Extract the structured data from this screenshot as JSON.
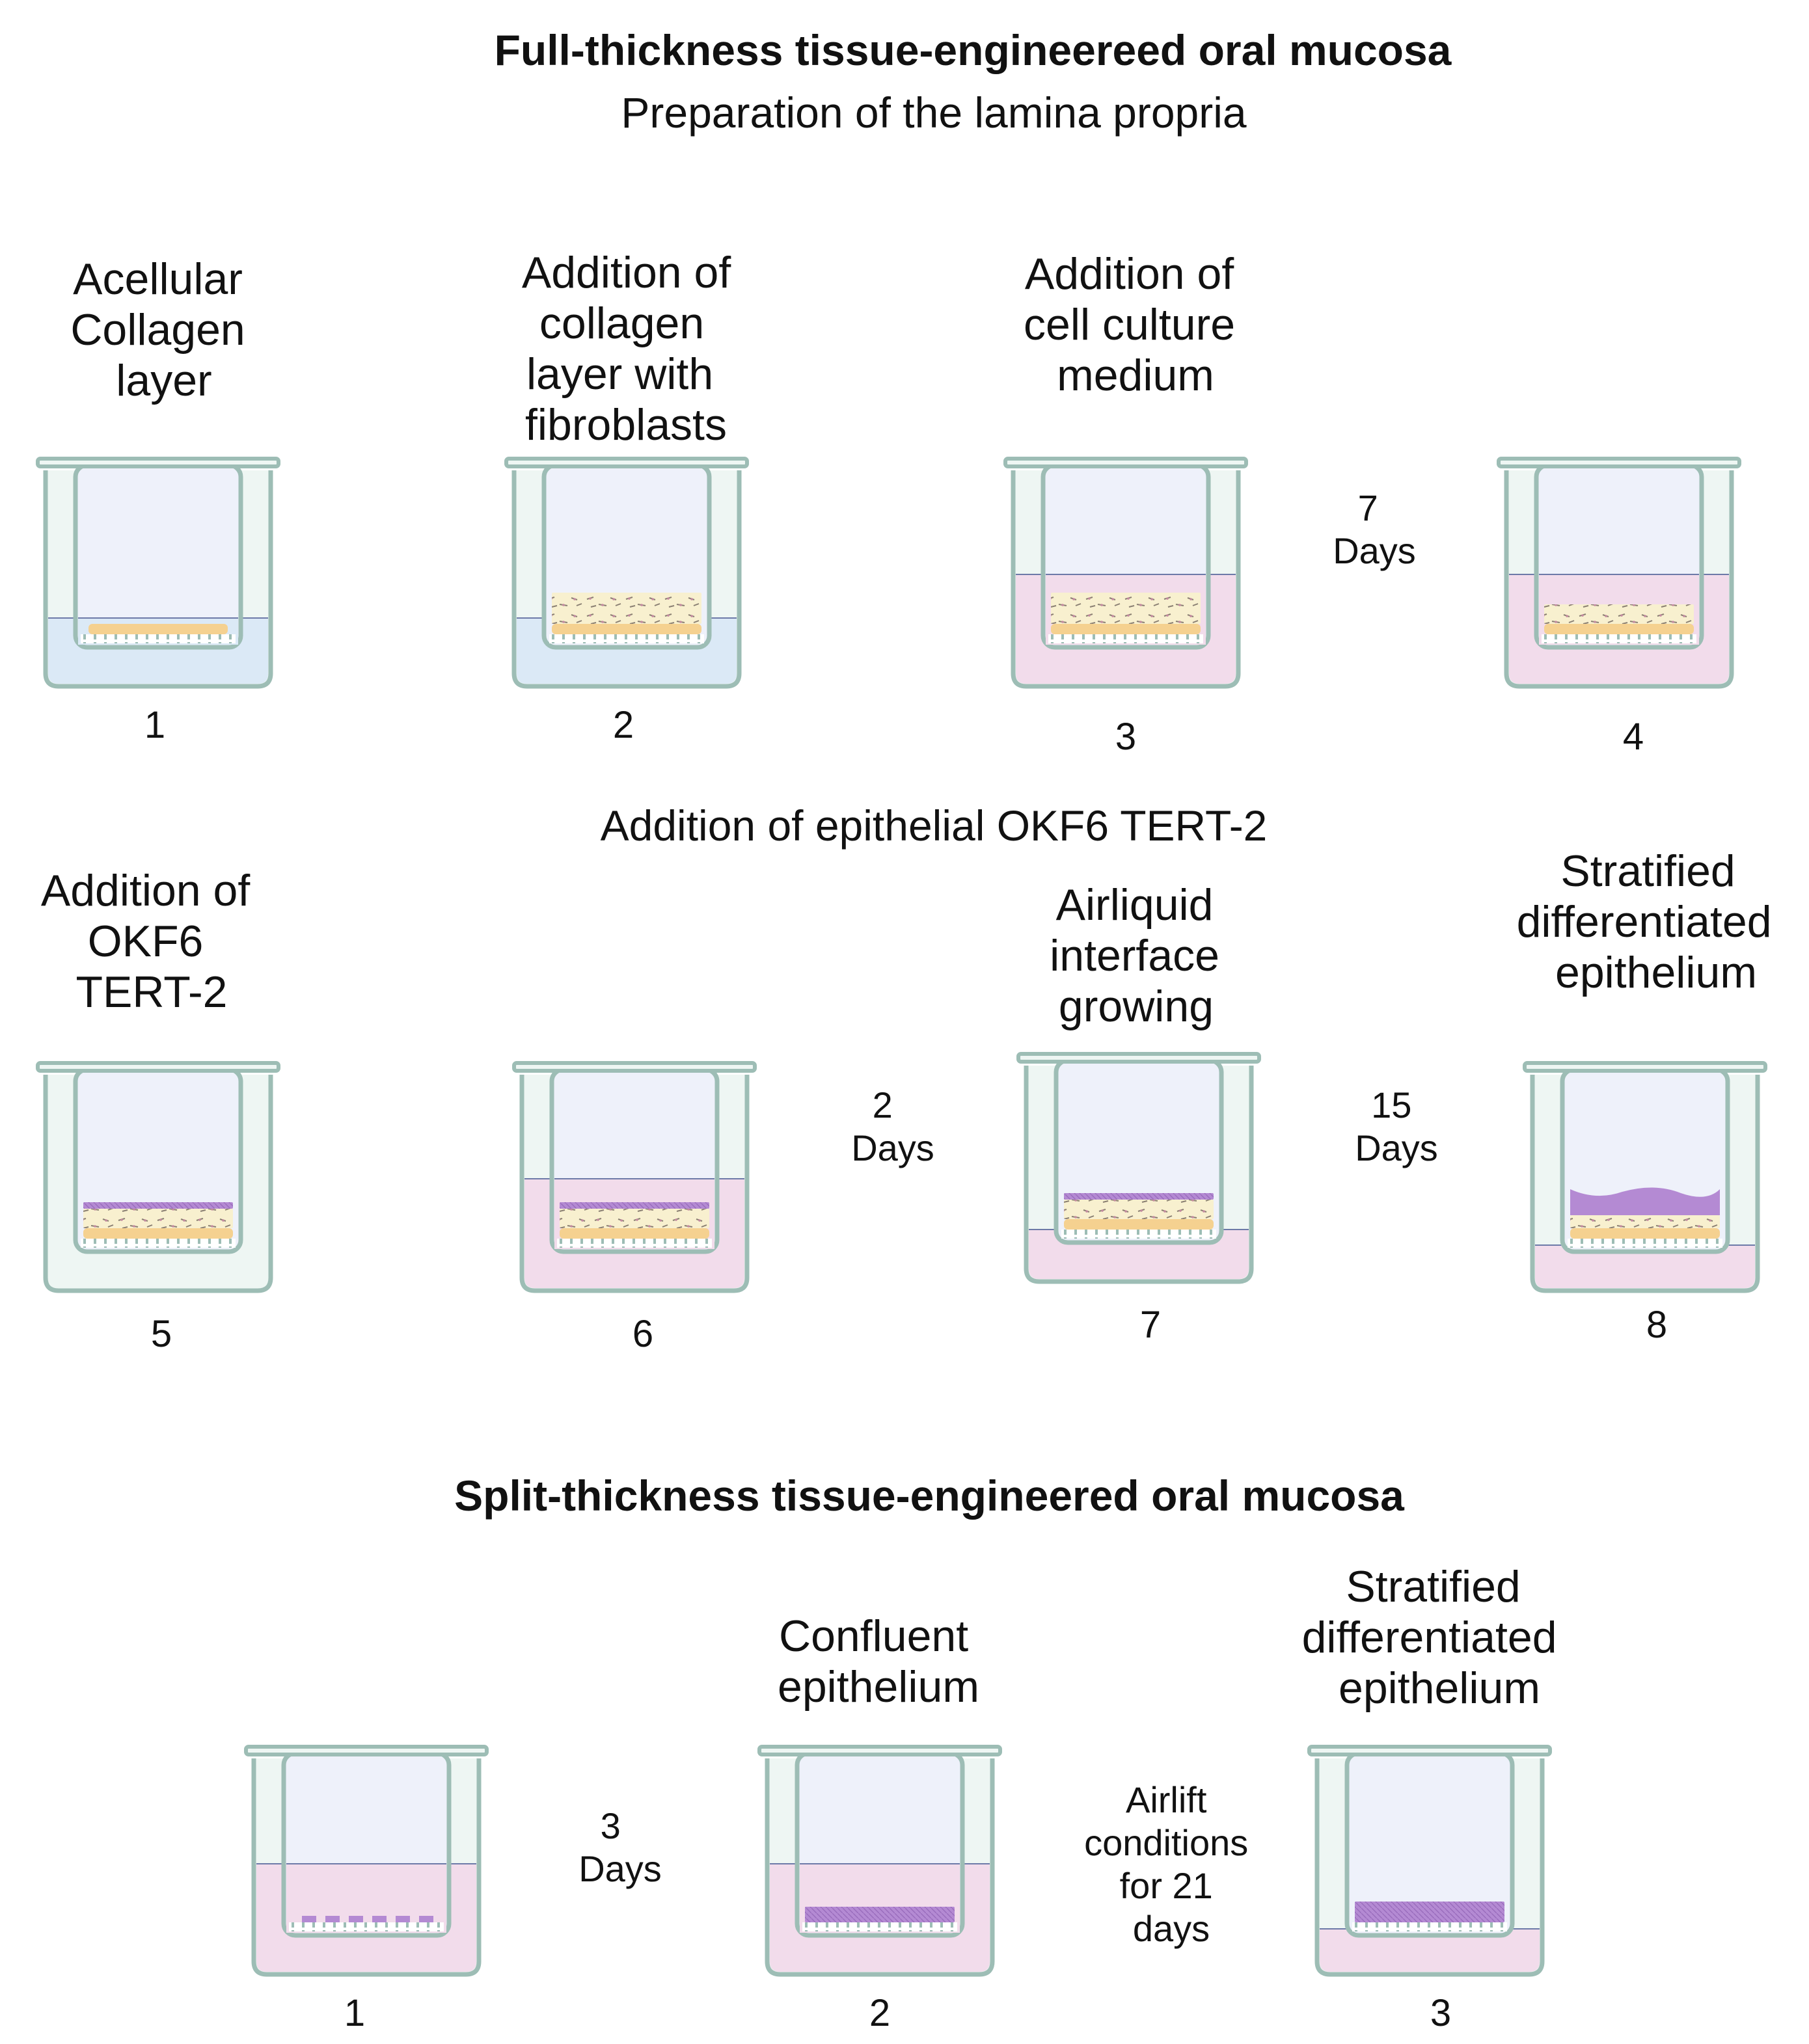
{
  "full": {
    "title": "Full-thickness tissue-engineereed oral mucosa",
    "subtitle": "Preparation of the lamina propria",
    "epi_title": "Addition of epithelial OKF6 TERT-2",
    "captions": {
      "c1": [
        "Acellular",
        "Collagen",
        "layer"
      ],
      "c2": [
        "Addition of",
        "collagen",
        "layer with",
        "fibroblasts"
      ],
      "c3": [
        "Addition of",
        "cell culture",
        "medium"
      ],
      "c5": [
        "Addition of",
        "OKF6",
        "TERT-2"
      ],
      "c7": [
        "Airliquid",
        "interface",
        "growing"
      ],
      "c8": [
        "Stratified",
        "differentiated",
        "epithelium"
      ]
    },
    "numbers": [
      "1",
      "2",
      "3",
      "4",
      "5",
      "6",
      "7",
      "8"
    ],
    "days": {
      "d7": [
        "7",
        "Days"
      ],
      "d2": [
        "2",
        "Days"
      ],
      "d15": [
        "15",
        "Days"
      ]
    }
  },
  "split": {
    "title": "Split-thickness tissue-engineered oral mucosa",
    "captions": {
      "c2": [
        "Confluent",
        "epithelium"
      ],
      "c3": [
        "Stratified",
        "differentiated",
        "epithelium"
      ]
    },
    "numbers": [
      "1",
      "2",
      "3"
    ],
    "days": {
      "d3": [
        "3",
        "Days"
      ],
      "airlift": [
        "Airlift",
        "conditions",
        "for 21",
        "days"
      ]
    }
  },
  "colors": {
    "well_stroke": "#9dbdb5",
    "well_fill": "#eef6f3",
    "insert_fill": "#eef1fa",
    "blue_medium": "#dbe9f6",
    "pink_medium": "#f2dceb",
    "collagen": "#f5d190",
    "fibroblast_layer": "#f8f0cf",
    "epithelium": "#b48ad3"
  }
}
